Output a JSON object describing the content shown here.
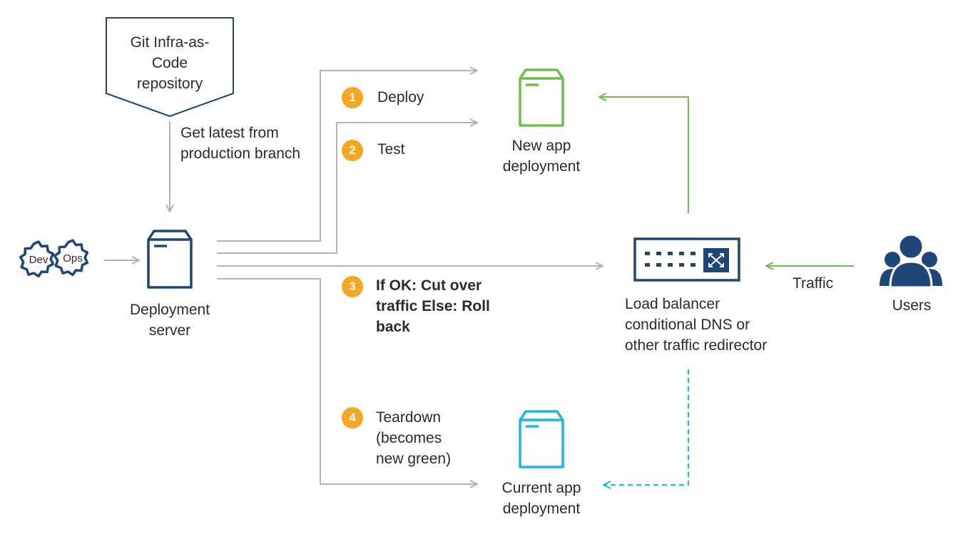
{
  "colors": {
    "connector": "#b3b3b3",
    "navy": "#1f4679",
    "green": "#6cc04a",
    "cyan": "#1ab7ea",
    "badge": "#f5a623"
  },
  "repo": {
    "label": "Git Infra-as-\nCode\nrepository"
  },
  "get_latest": {
    "label": "Get latest from\nproduction branch"
  },
  "devops": {
    "dev": "Dev",
    "ops": "Ops"
  },
  "deployment_server": {
    "label": "Deployment\nserver"
  },
  "steps": [
    {
      "num": "1",
      "label": "Deploy"
    },
    {
      "num": "2",
      "label": "Test"
    },
    {
      "num": "3",
      "label": "If OK: Cut over\ntraffic Else: Roll\nback"
    },
    {
      "num": "4",
      "label": "Teardown\n(becomes\nnew green)"
    }
  ],
  "new_app": {
    "label": "New app\ndeployment",
    "icon": "server-icon"
  },
  "current_app": {
    "label": "Current app\ndeployment",
    "icon": "server-icon"
  },
  "load_balancer": {
    "label": "Load balancer\nconditional DNS or\nother traffic redirector",
    "icon": "load-balancer-icon"
  },
  "users": {
    "label": "Users",
    "icon": "users-icon"
  },
  "traffic": {
    "label": "Traffic"
  }
}
